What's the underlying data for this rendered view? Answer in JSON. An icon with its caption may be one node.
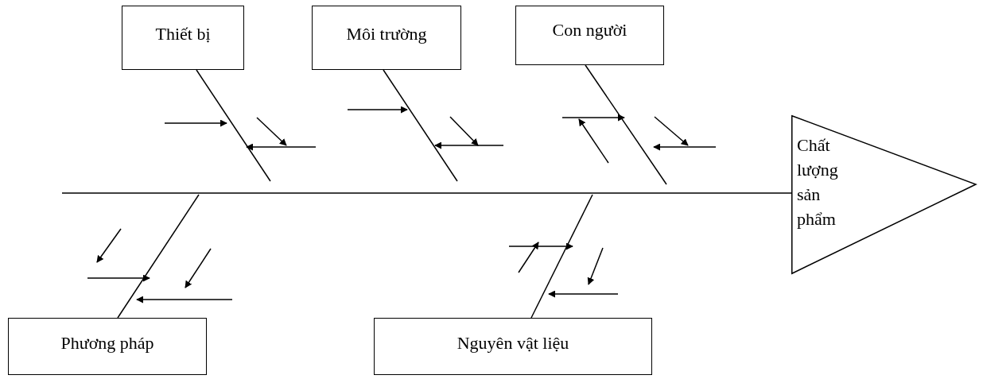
{
  "diagram": {
    "nodes": [
      {
        "text": [
          "Thiết bị"
        ]
      },
      {
        "text": [
          "Môi trường"
        ]
      },
      {
        "text": [
          "Con người"
        ]
      },
      {
        "text": [
          "Chất lượng sản phẩm"
        ]
      },
      {
        "text": [
          "Phương pháp"
        ]
      },
      {
        "text": [
          "Nguyên vật liệu"
        ]
      }
    ],
    "edges": [
      {
        "from": null,
        "to": 3,
        "arrow": "none"
      },
      {
        "from": 0,
        "to": null,
        "arrow": "none"
      },
      {
        "from": 1,
        "to": null,
        "arrow": "none"
      },
      {
        "from": 2,
        "to": null,
        "arrow": "none"
      },
      {
        "from": 4,
        "to": null,
        "arrow": "none"
      },
      {
        "from": 5,
        "to": null,
        "arrow": "none"
      }
    ]
  }
}
